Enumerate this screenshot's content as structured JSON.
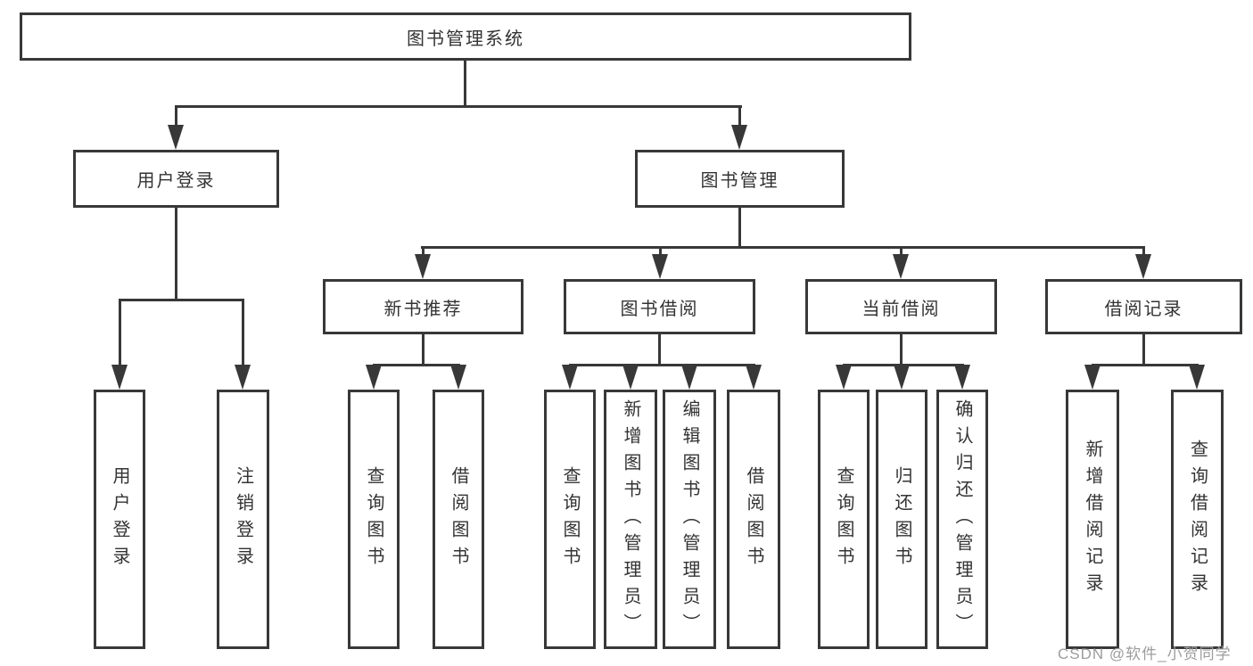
{
  "diagram_title": "图书管理系统",
  "watermark": "CSDN @软件_小贺同学",
  "colors": {
    "line": "#383838",
    "text": "#333333",
    "background": "#ffffff",
    "watermark": "#9c9c9c"
  },
  "nodes": {
    "root": "图书管理系统",
    "user_login": "用户登录",
    "book_mgmt": "图书管理",
    "new_book_rec": "新书推荐",
    "book_borrow": "图书借阅",
    "current_borrow": "当前借阅",
    "borrow_records": "借阅记录",
    "leaf_user_login": "用户登录",
    "leaf_logout": "注销登录",
    "leaf_nb_query": "查询图书",
    "leaf_nb_borrow": "借阅图书",
    "leaf_bb_query": "查询图书",
    "leaf_bb_add": "新增图书（管理员）",
    "leaf_bb_edit": "编辑图书（管理员）",
    "leaf_bb_borrow": "借阅图书",
    "leaf_cb_query": "查询图书",
    "leaf_cb_return": "归还图书",
    "leaf_cb_confirm": "确认归还（管理员）",
    "leaf_br_add": "新增借阅记录",
    "leaf_br_query": "查询借阅记录"
  },
  "hierarchy": {
    "图书管理系统": {
      "用户登录": [
        "用户登录",
        "注销登录"
      ],
      "图书管理": {
        "新书推荐": [
          "查询图书",
          "借阅图书"
        ],
        "图书借阅": [
          "查询图书",
          "新增图书（管理员）",
          "编辑图书（管理员）",
          "借阅图书"
        ],
        "当前借阅": [
          "查询图书",
          "归还图书",
          "确认归还（管理员）"
        ],
        "借阅记录": [
          "新增借阅记录",
          "查询借阅记录"
        ]
      }
    }
  }
}
